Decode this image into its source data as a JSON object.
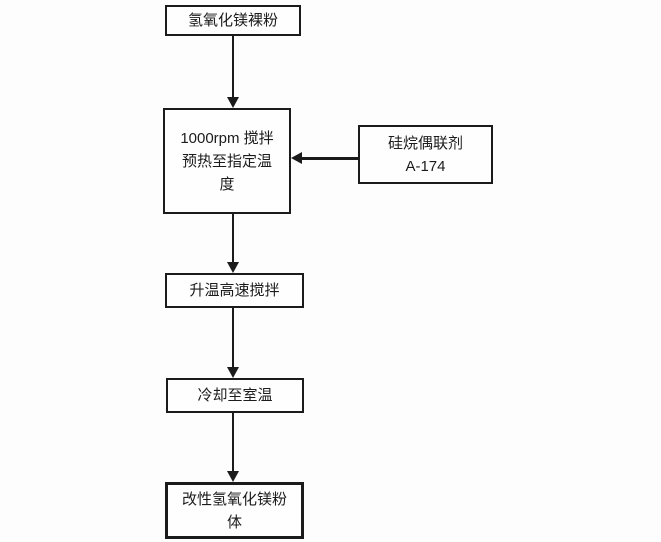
{
  "diagram": {
    "type": "flowchart",
    "direction": "top-down",
    "colors": {
      "line": "#1b1b1b",
      "text": "#1c1c1c",
      "box_background": "#fefefe",
      "page_background": "#fdfdfd"
    },
    "nodes": [
      {
        "id": "mg-hydroxide-raw-powder",
        "label": "氢氧化镁裸粉"
      },
      {
        "id": "stir-and-preheat",
        "label": "1000rpm 搅拌\n预热至指定温\n度"
      },
      {
        "id": "silane-coupling-agent",
        "label": "硅烷偶联剂\nA-174"
      },
      {
        "id": "heat-up-high-speed-stir",
        "label": "升温高速搅拌"
      },
      {
        "id": "cool-to-room-temp",
        "label": "冷却至室温"
      },
      {
        "id": "modified-mg-hydroxide-powder",
        "label": "改性氢氧化镁粉\n体"
      }
    ],
    "edges": [
      {
        "from": "mg-hydroxide-raw-powder",
        "to": "stir-and-preheat",
        "arrow": "down"
      },
      {
        "from": "silane-coupling-agent",
        "to": "stir-and-preheat",
        "arrow": "left"
      },
      {
        "from": "stir-and-preheat",
        "to": "heat-up-high-speed-stir",
        "arrow": "down"
      },
      {
        "from": "heat-up-high-speed-stir",
        "to": "cool-to-room-temp",
        "arrow": "down"
      },
      {
        "from": "cool-to-room-temp",
        "to": "modified-mg-hydroxide-powder",
        "arrow": "down"
      }
    ]
  }
}
